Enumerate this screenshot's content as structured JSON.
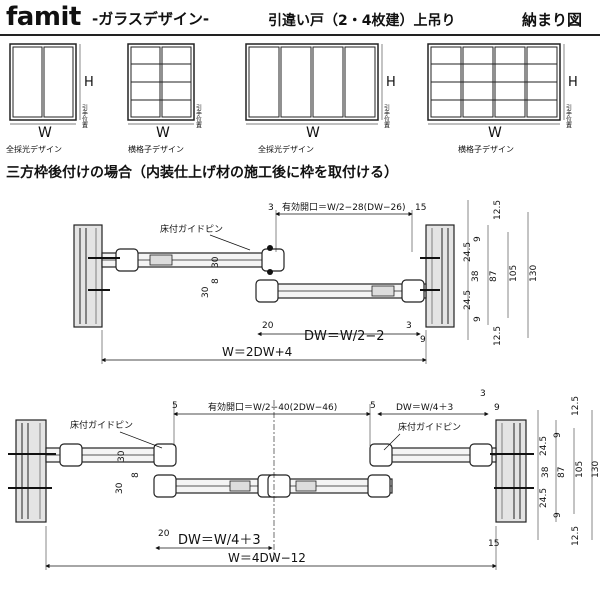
{
  "header": {
    "brand": "famit",
    "subtitle": "-ガラスデザイン-",
    "door_type": "引違い戸（2・4枚建）上吊り",
    "figure_label": "納まり図"
  },
  "thumbnails": [
    {
      "caption": "全採光デザイン",
      "w_label": "W",
      "h_label": "H",
      "handle_label": "引手位置"
    },
    {
      "caption": "横格子デザイン",
      "w_label": "W",
      "h_label": "H",
      "handle_label": "引手位置"
    },
    {
      "caption": "全採光デザイン",
      "w_label": "W",
      "h_label": "H",
      "handle_label": "引手位置"
    },
    {
      "caption": "横格子デザイン",
      "w_label": "W",
      "h_label": "H",
      "handle_label": "引手位置"
    }
  ],
  "section_title": "三方枠後付けの場合（内装仕上げ材の施工後に枠を取付ける）",
  "diagram1": {
    "guide_pin": "床付ガイドピン",
    "opening": "有効開口＝W/2−28(DW−26)",
    "dim_3_top": "3",
    "dim_15_top": "15",
    "dw": "DW＝W/2−2",
    "w": "W＝2DW+4",
    "d30a": "30",
    "d8": "8",
    "d30b": "30",
    "d20": "20",
    "d3": "3",
    "d9b": "9",
    "right_dims": {
      "d12_5a": "12.5",
      "d9a": "9",
      "d24_5a": "24.5",
      "d38": "38",
      "d87": "87",
      "d105": "105",
      "d130": "130",
      "d24_5b": "24.5",
      "d9c": "9",
      "d12_5b": "12.5"
    }
  },
  "diagram2": {
    "guide_pin_left": "床付ガイドピン",
    "guide_pin_right": "床付ガイドピン",
    "d5a": "5",
    "opening": "有効開口＝W/2−40(2DW−46)",
    "d5b": "5",
    "dw_top": "DW＝W/4＋3",
    "d3": "3",
    "d9": "9",
    "dw_bottom": "DW＝W/4＋3",
    "w": "W＝4DW−12",
    "d30a": "30",
    "d30b": "30",
    "d8": "8",
    "d20": "20",
    "d15": "15",
    "right_dims": {
      "d12_5a": "12.5",
      "d9a": "9",
      "d24_5a": "24.5",
      "d38": "38",
      "d87": "87",
      "d105": "105",
      "d130": "130",
      "d24_5b": "24.5",
      "d9c": "9",
      "d12_5b": "12.5"
    }
  }
}
